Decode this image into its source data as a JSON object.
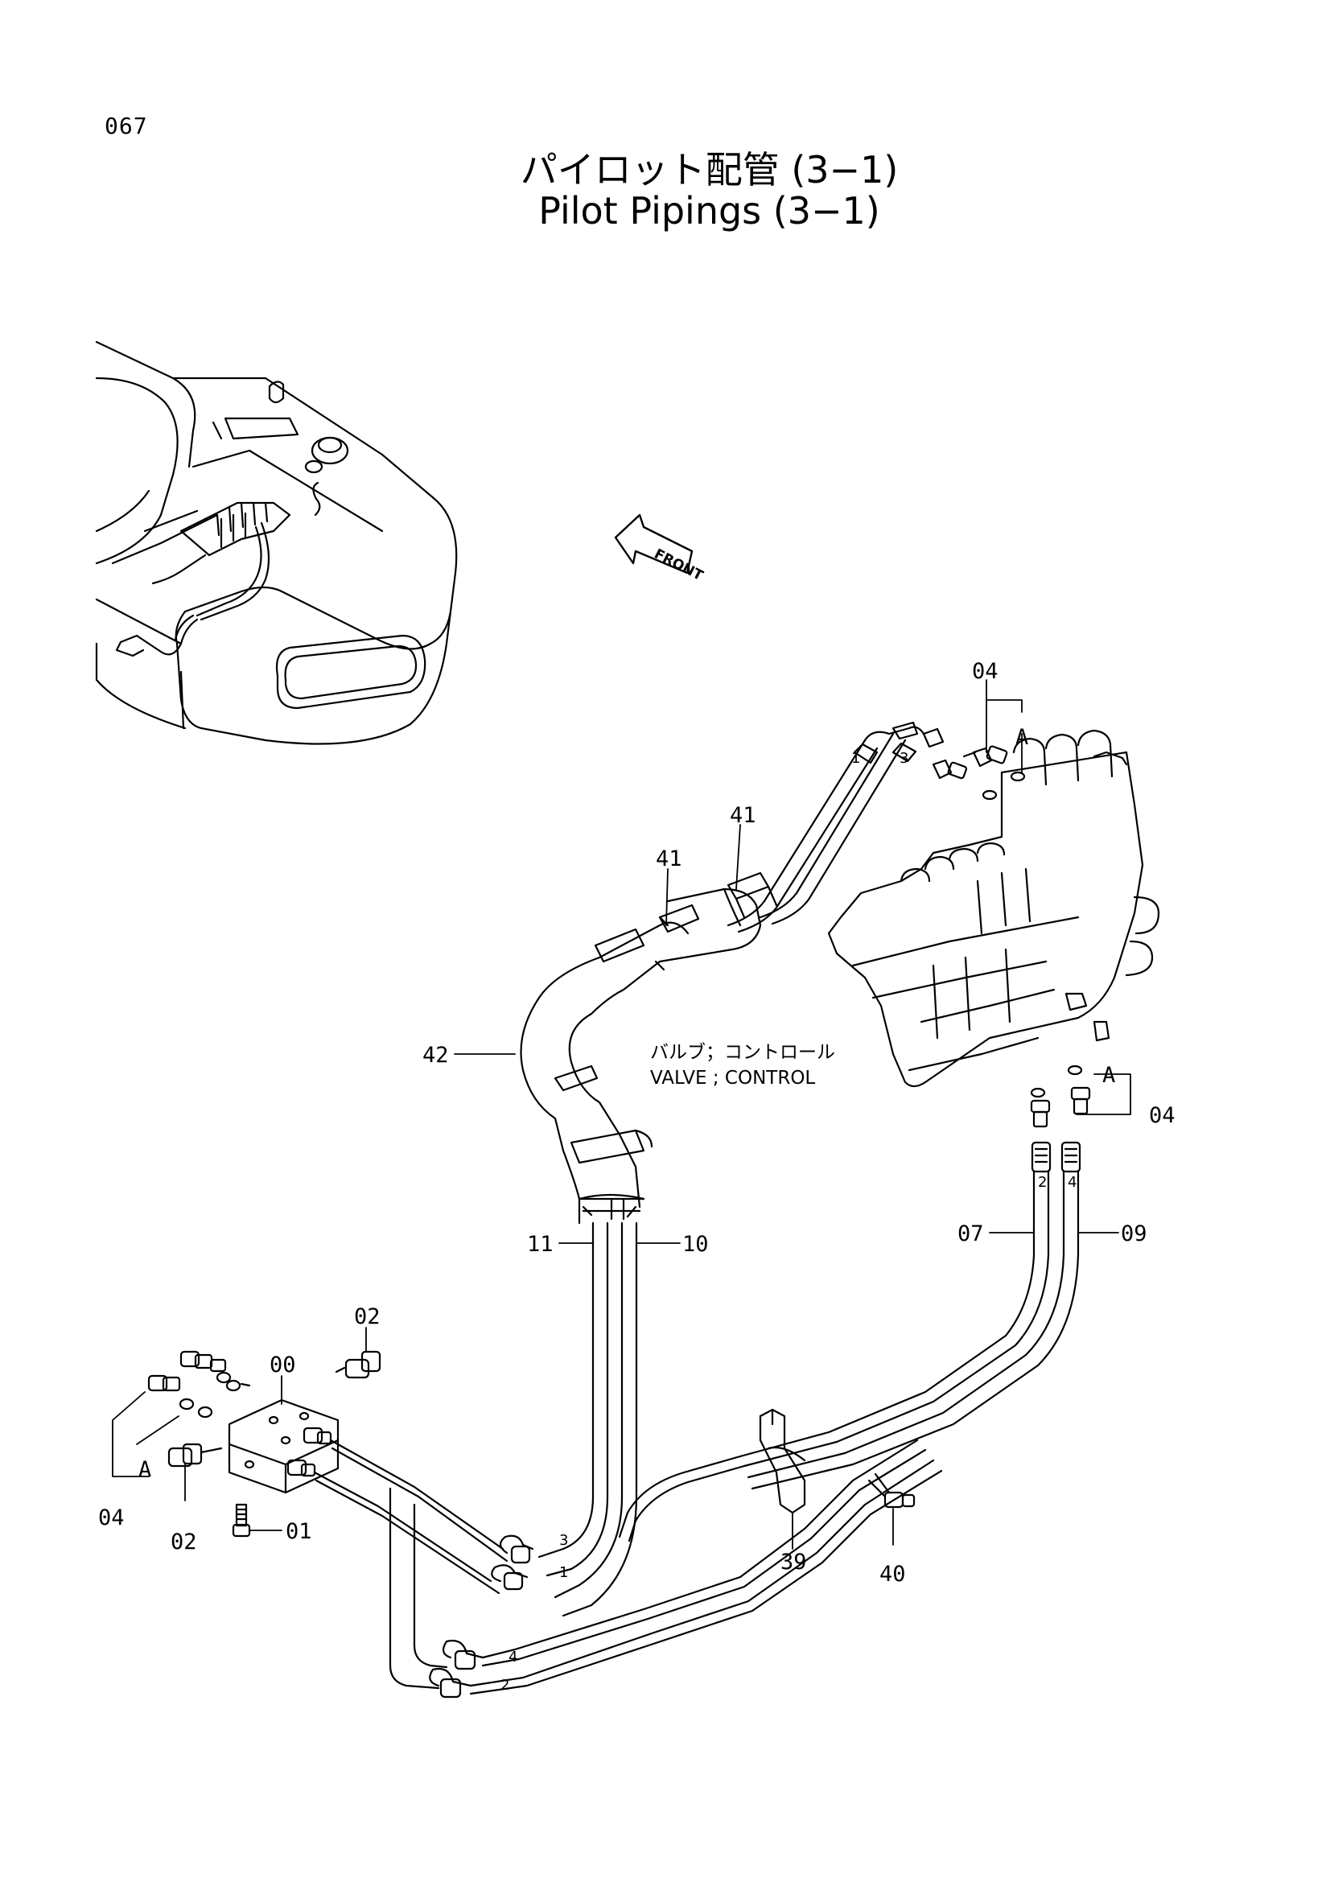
{
  "page_number": "067",
  "title": {
    "japanese": "パイロット配管 (3−1)",
    "english": "Pilot Pipings (3−1)"
  },
  "front_arrow_label": "FRONT",
  "valve_label": {
    "japanese": "バルブ；コントロール",
    "english": "VALVE ; CONTROL"
  },
  "callouts": {
    "c00": "00",
    "c01": "01",
    "c02_top": "02",
    "c02_bottom": "02",
    "c04_top_right": "04",
    "c04_mid_right": "04",
    "c04_left": "04",
    "c07": "07",
    "c09": "09",
    "c10": "10",
    "c11": "11",
    "c39": "39",
    "c40": "40",
    "c41_a": "41",
    "c41_b": "41",
    "c42": "42",
    "a_top": "A",
    "a_mid": "A",
    "a_left": "A"
  },
  "hose_port_numbers": {
    "top_1": "1",
    "top_3": "3",
    "right_2": "2",
    "right_4": "4",
    "bottom_3": "3",
    "bottom_1": "1",
    "bottom_4": "4",
    "bottom_2": "2"
  }
}
